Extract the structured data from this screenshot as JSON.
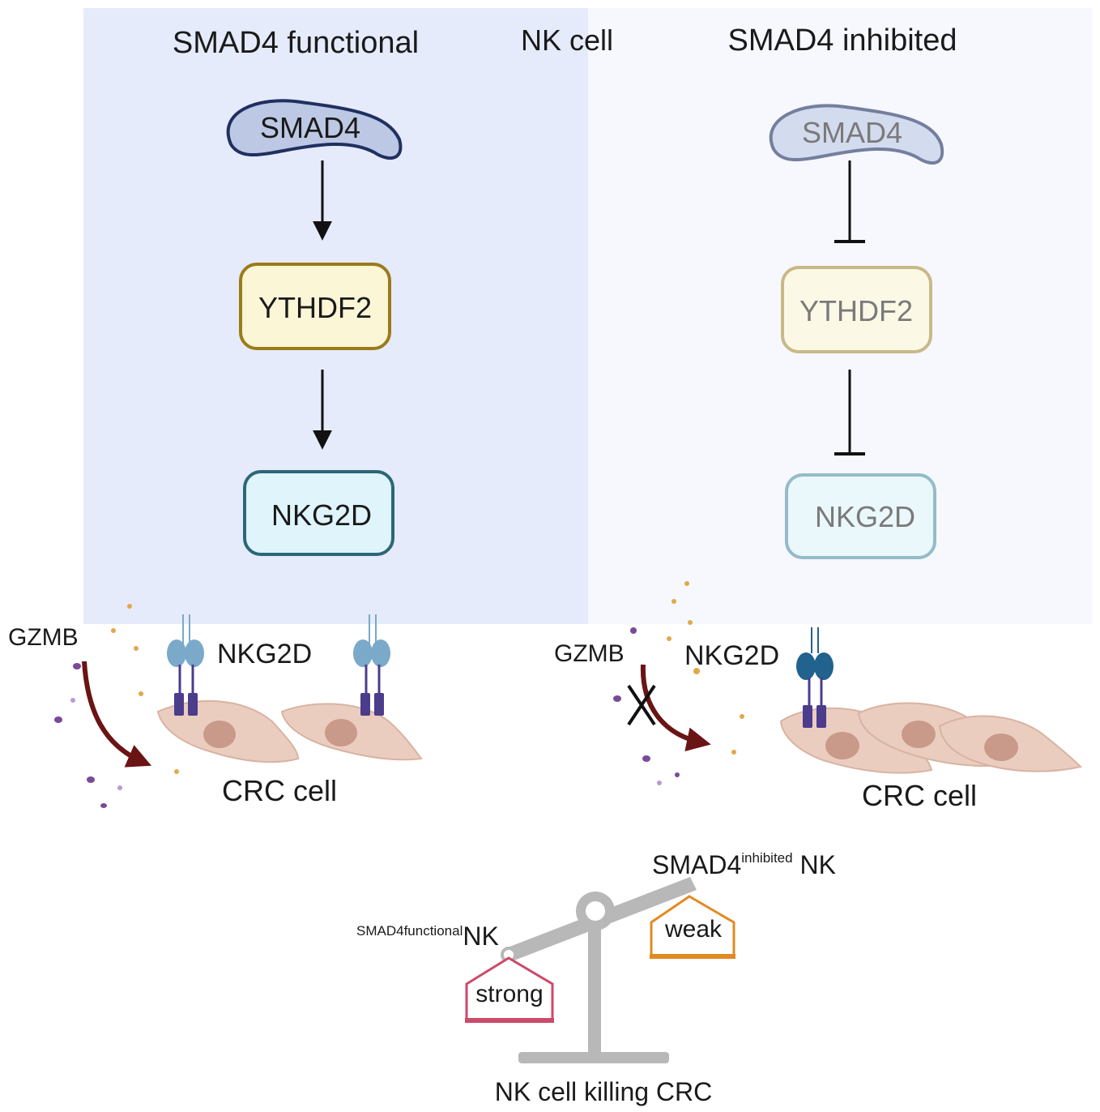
{
  "panels": {
    "left": {
      "title": "SMAD4 functional",
      "smad4": "SMAD4",
      "ythdf2": "YTHDF2",
      "nkg2d": "NKG2D",
      "gzmb": "GZMB",
      "receptor_label": "NKG2D",
      "crc_label": "CRC cell"
    },
    "center_label": "NK cell",
    "right": {
      "title": "SMAD4 inhibited",
      "smad4": "SMAD4",
      "ythdf2": "YTHDF2",
      "nkg2d": "NKG2D",
      "gzmb": "GZMB",
      "receptor_label": "NKG2D",
      "crc_label": "CRC cell"
    }
  },
  "balance": {
    "right_label_main": "SMAD4",
    "right_label_sup": "inhibited",
    "right_label_tail": " NK",
    "left_label_sup": "SMAD4functional",
    "left_label_tail": "NK",
    "strong": "strong",
    "weak": "weak",
    "caption": "NK cell killing CRC"
  },
  "colors": {
    "left_bg": "#e6ebfb",
    "right_bg": "#f6f8fe",
    "smad4_fill": "#bcc8e4",
    "smad4_stroke": "#1f3060",
    "ythdf2_fill": "#fbf6d6",
    "ythdf2_stroke": "#9a7b1c",
    "nkg2d_fill": "#dff4fb",
    "nkg2d_stroke": "#2b6777",
    "cell_fill": "#ebcdbf",
    "nucleus": "#c9998a",
    "receptor": "#7aa9c9",
    "receptor_dark": "#22628e",
    "stem": "#4b3c8c",
    "gzmb_arrow": "#6b1414",
    "scale": "#b8b8b8",
    "strong": "#cc4a6a",
    "weak": "#e28a22"
  }
}
